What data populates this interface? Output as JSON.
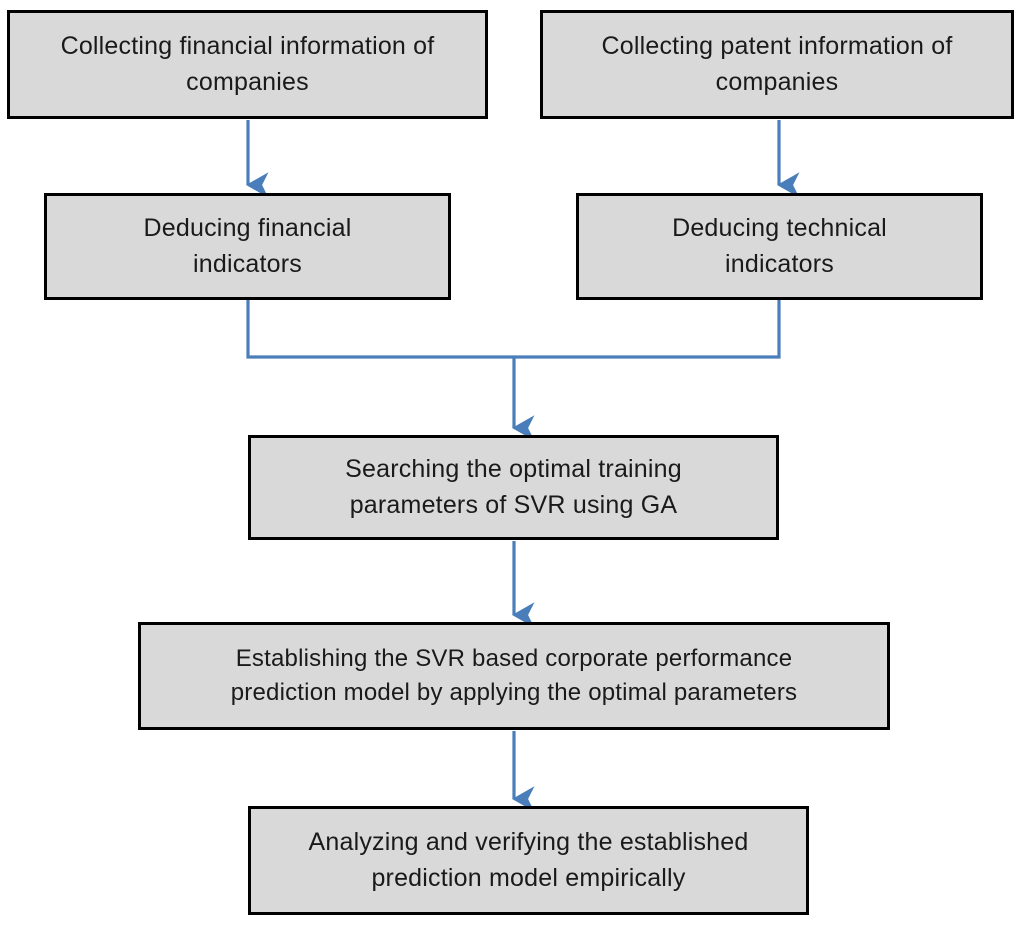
{
  "diagram": {
    "type": "flowchart",
    "orientation": "top-to-bottom",
    "palette": {
      "node_fill": "#D9D9D9",
      "node_border": "#000000",
      "connector": "#4A7EBB",
      "background": "#FFFFFF",
      "text": "#1A1A1A"
    },
    "nodes": [
      {
        "id": "collect-financial",
        "label": "Collecting financial information of\ncompanies",
        "row": 1,
        "column": "left"
      },
      {
        "id": "collect-patent",
        "label": "Collecting patent information of\ncompanies",
        "row": 1,
        "column": "right"
      },
      {
        "id": "deduce-financial",
        "label": "Deducing financial\nindicators",
        "row": 2,
        "column": "left"
      },
      {
        "id": "deduce-technical",
        "label": "Deducing technical\nindicators",
        "row": 2,
        "column": "right"
      },
      {
        "id": "search-params",
        "label": "Searching the optimal training\nparameters of SVR using GA",
        "row": 3,
        "column": "center"
      },
      {
        "id": "establish-model",
        "label": "Establishing the SVR based corporate performance\nprediction model by applying the optimal parameters",
        "row": 4,
        "column": "center"
      },
      {
        "id": "analyze-verify",
        "label": "Analyzing and verifying the established\nprediction model empirically",
        "row": 5,
        "column": "center"
      }
    ],
    "edges": [
      {
        "id": "edge-1",
        "from": "collect-financial",
        "to": "deduce-financial",
        "style": "straight-arrow"
      },
      {
        "id": "edge-2",
        "from": "collect-patent",
        "to": "deduce-technical",
        "style": "straight-arrow"
      },
      {
        "id": "edge-3",
        "from": "deduce-financial",
        "to": "search-params",
        "style": "elbow-merge"
      },
      {
        "id": "edge-4",
        "from": "deduce-technical",
        "to": "search-params",
        "style": "elbow-merge"
      },
      {
        "id": "edge-5",
        "from": "search-params",
        "to": "establish-model",
        "style": "straight-arrow"
      },
      {
        "id": "edge-6",
        "from": "establish-model",
        "to": "analyze-verify",
        "style": "straight-arrow"
      }
    ]
  }
}
